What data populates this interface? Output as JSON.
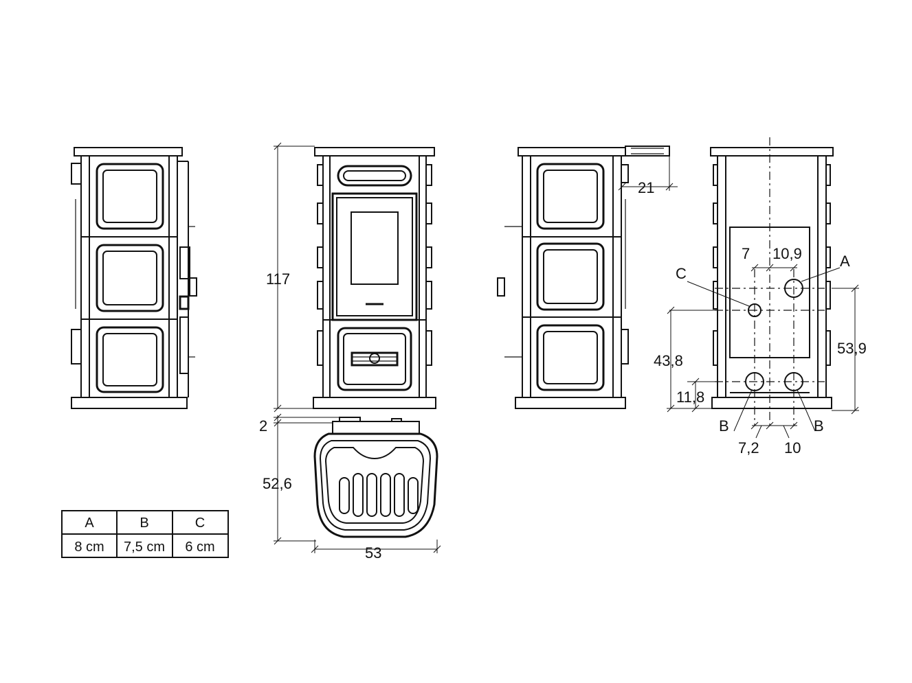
{
  "dimensions": {
    "height": "117",
    "back_offset": "21",
    "top_gap": "2",
    "depth": "52,6",
    "width": "53",
    "outlet_a_width": "10,9",
    "outlet_c_offset": "7",
    "c_height": "43,8",
    "a_height": "53,9",
    "b_height": "11,8",
    "b_spacing_left": "7,2",
    "b_spacing_right": "10"
  },
  "outlets": {
    "a": "A",
    "b_left": "B",
    "b_right": "B",
    "c": "C"
  },
  "table": {
    "headers": [
      "A",
      "B",
      "C"
    ],
    "values": [
      "8 cm",
      "7,5 cm",
      "6 cm"
    ]
  }
}
